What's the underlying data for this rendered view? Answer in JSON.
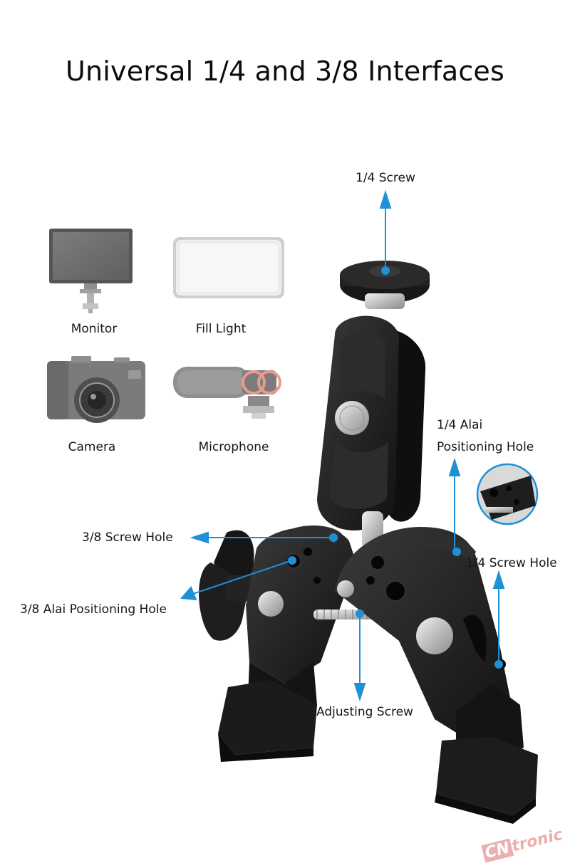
{
  "title": "Universal 1/4 and 3/8 Interfaces",
  "devices": [
    {
      "label": "Monitor",
      "icon": "monitor-icon"
    },
    {
      "label": "Fill Light",
      "icon": "fill-light-icon"
    },
    {
      "label": "Camera",
      "icon": "camera-icon"
    },
    {
      "label": "Microphone",
      "icon": "microphone-icon"
    }
  ],
  "callouts": {
    "screw_14": "1/4 Screw",
    "alai_14_line1": "1/4 Alai",
    "alai_14_line2": "Positioning Hole",
    "screw_hole_38": "3/8 Screw Hole",
    "screw_hole_14": "1/4 Screw Hole",
    "alai_38": "3/8 Alai Positioning Hole",
    "adjusting": "Adjusting Screw"
  },
  "watermark": {
    "cn": "CN",
    "rest": "tronic"
  },
  "colors": {
    "accent": "#1e90d6",
    "product": "#1c1c1c",
    "device_gray": "#8a8a8a"
  }
}
